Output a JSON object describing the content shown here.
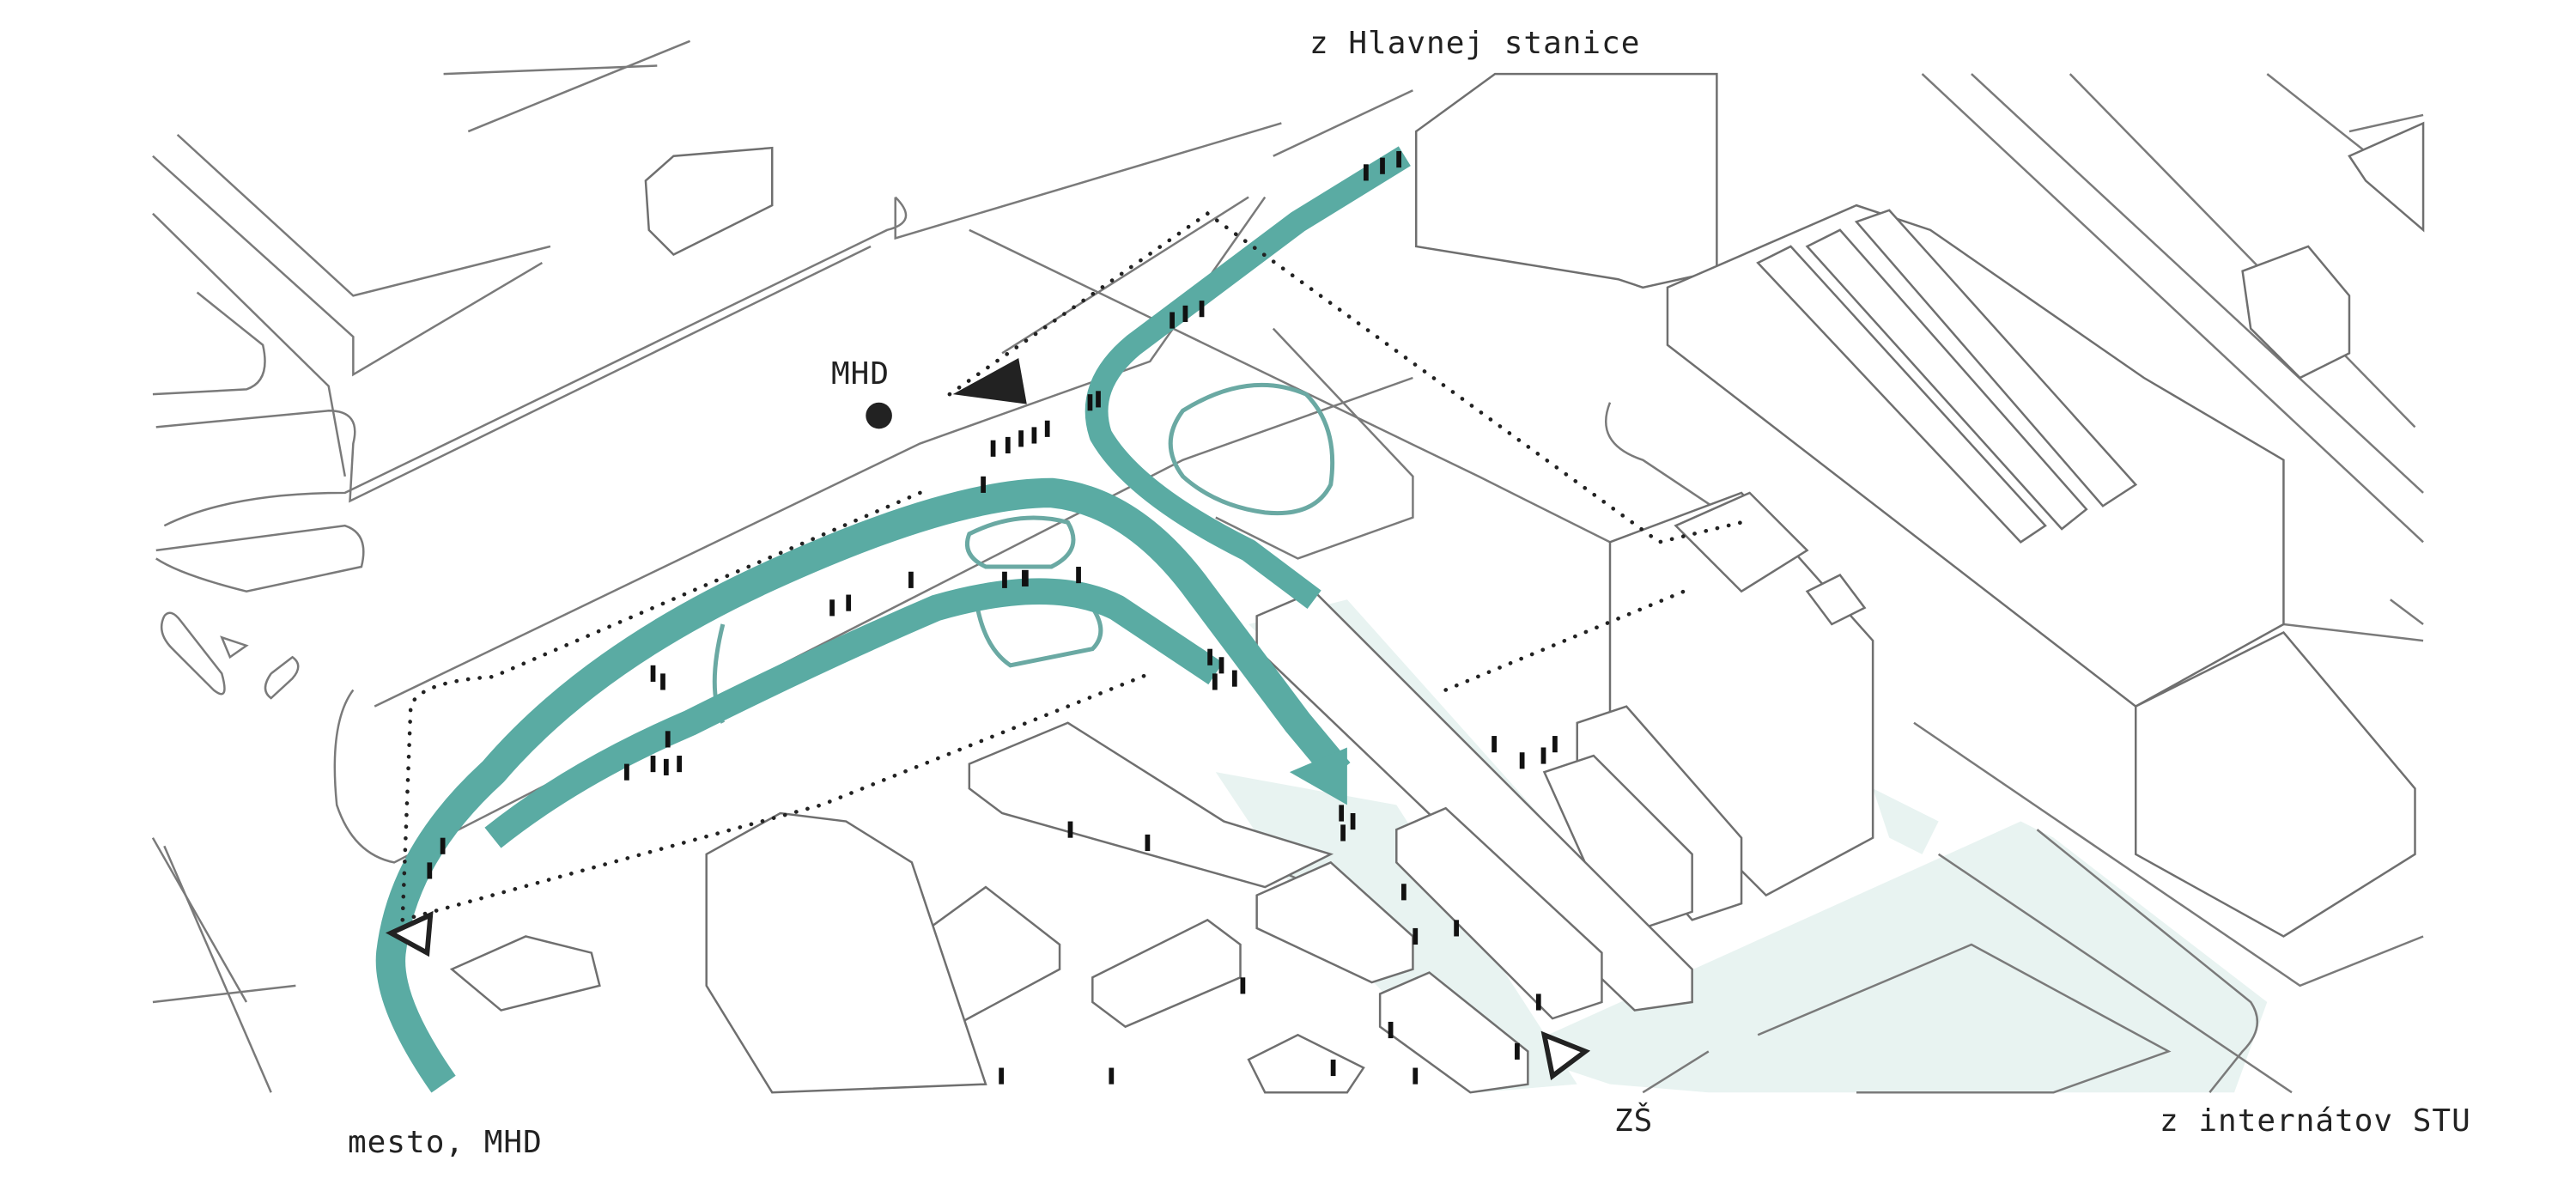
{
  "labels": {
    "top": "z Hlavnej stanice",
    "mhd_stop": "MHD",
    "bottom_left": "mesto, MHD",
    "bottom_center": "ZŠ",
    "bottom_right": "z internátov STU"
  },
  "colors": {
    "route": "#5aaba3",
    "route_pale": "#e8f3f1",
    "lines": "#7a7a7a",
    "text": "#222222"
  }
}
